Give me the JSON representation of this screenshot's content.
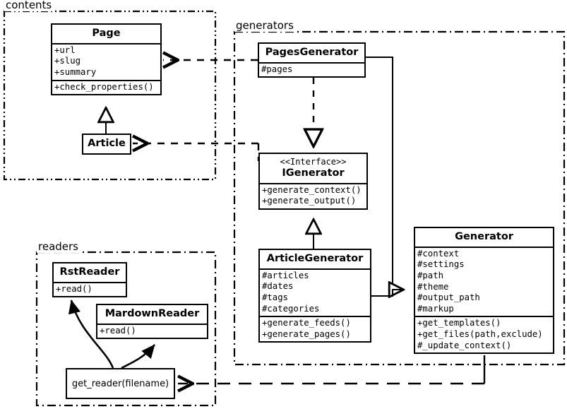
{
  "diagram": {
    "type": "uml-class-diagram",
    "packages": [
      {
        "id": "contents",
        "label": "contents"
      },
      {
        "id": "generators",
        "label": "generators"
      },
      {
        "id": "readers",
        "label": "readers"
      }
    ],
    "classes": {
      "page": {
        "name": "Page",
        "attributes": [
          "+url",
          "+slug",
          "+summary"
        ],
        "operations": [
          "+check_properties()"
        ]
      },
      "article": {
        "name": "Article",
        "attributes": [],
        "operations": []
      },
      "pages_generator": {
        "name": "PagesGenerator",
        "attributes": [
          "#pages"
        ],
        "operations": []
      },
      "igenerator": {
        "stereotype": "<<Interface>>",
        "name": "IGenerator",
        "attributes": [],
        "operations": [
          "+generate_context()",
          "+generate_output()"
        ]
      },
      "article_generator": {
        "name": "ArticleGenerator",
        "attributes": [
          "#articles",
          "#dates",
          "#tags",
          "#categories"
        ],
        "operations": [
          "+generate_feeds()",
          "+generate_pages()"
        ]
      },
      "generator": {
        "name": "Generator",
        "attributes": [
          "#context",
          "#settings",
          "#path",
          "#theme",
          "#output_path",
          "#markup"
        ],
        "operations": [
          "+get_templates()",
          "+get_files(path,exclude)",
          "#_update_context()"
        ]
      },
      "rst_reader": {
        "name": "RstReader",
        "attributes": [],
        "operations": [
          "+read()"
        ]
      },
      "mardown_reader": {
        "name": "MardownReader",
        "attributes": [],
        "operations": [
          "+read()"
        ]
      },
      "get_reader": {
        "name": "get_reader(filename)"
      }
    },
    "relations": [
      {
        "from": "article",
        "to": "page",
        "type": "generalization"
      },
      {
        "from": "pages_generator",
        "to": "igenerator",
        "type": "realization"
      },
      {
        "from": "article_generator",
        "to": "igenerator",
        "type": "generalization"
      },
      {
        "from": "pages_generator",
        "to": "generator",
        "type": "generalization"
      },
      {
        "from": "article_generator",
        "to": "generator",
        "type": "generalization"
      },
      {
        "from": "pages_generator",
        "to": "page",
        "type": "dependency"
      },
      {
        "from": "article_generator",
        "to": "article",
        "type": "dependency"
      },
      {
        "from": "generator",
        "to": "get_reader",
        "type": "dependency"
      },
      {
        "from": "get_reader",
        "to": "rst_reader",
        "type": "returns"
      },
      {
        "from": "get_reader",
        "to": "mardown_reader",
        "type": "returns"
      }
    ],
    "colors": {
      "stroke": "#000000",
      "fill": "#ffffff",
      "background": "#ffffff"
    }
  }
}
